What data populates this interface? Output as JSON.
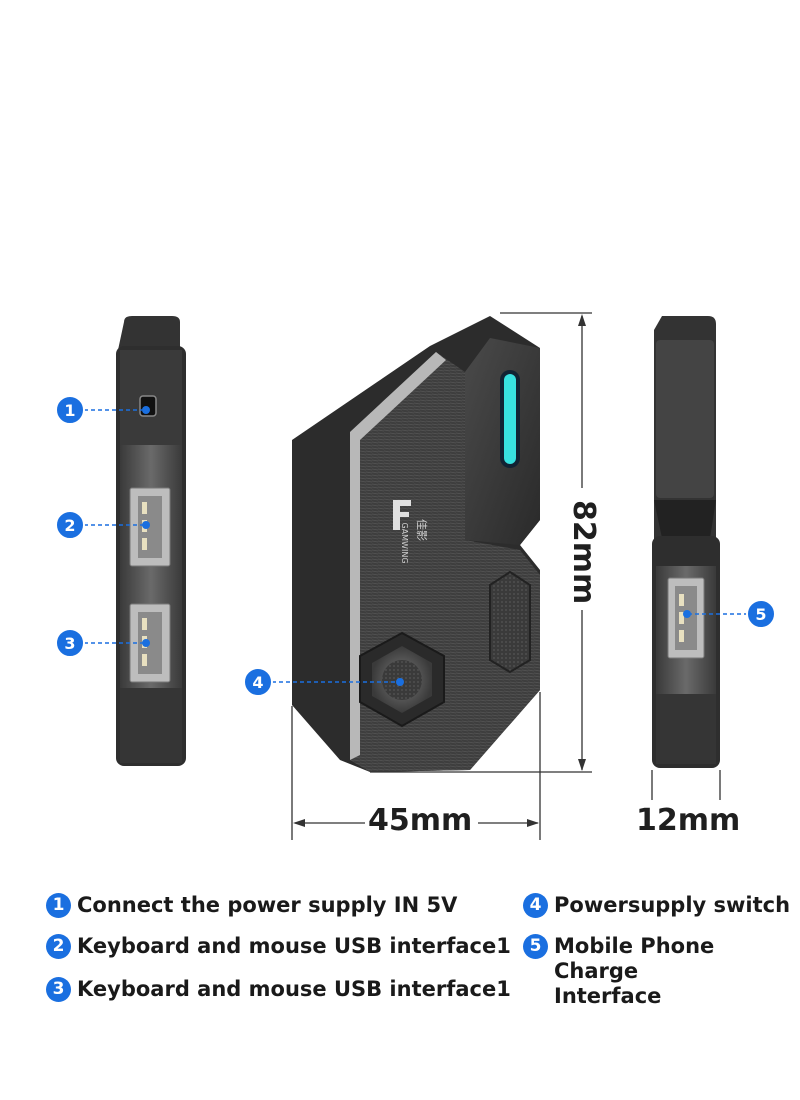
{
  "dimensions": {
    "height": "82mm",
    "width": "45mm",
    "depth": "12mm"
  },
  "device": {
    "logo_lines": [
      "佳影",
      "GAMWING"
    ]
  },
  "callouts": [
    "1",
    "2",
    "3",
    "4",
    "5"
  ],
  "legend": [
    {
      "num": "1",
      "text": "Connect the power supply IN 5V"
    },
    {
      "num": "2",
      "text": "Keyboard and mouse USB interface1"
    },
    {
      "num": "3",
      "text": "Keyboard and mouse USB interface1"
    },
    {
      "num": "4",
      "text": "Powersupply switch"
    },
    {
      "num": "5",
      "text": "Mobile Phone Charge\nInterface"
    }
  ],
  "colors": {
    "accent": "#1a6fe0",
    "led": "#38e0e0",
    "body_dark": "#2b2b2b",
    "body_mid": "#5a5a5a"
  }
}
